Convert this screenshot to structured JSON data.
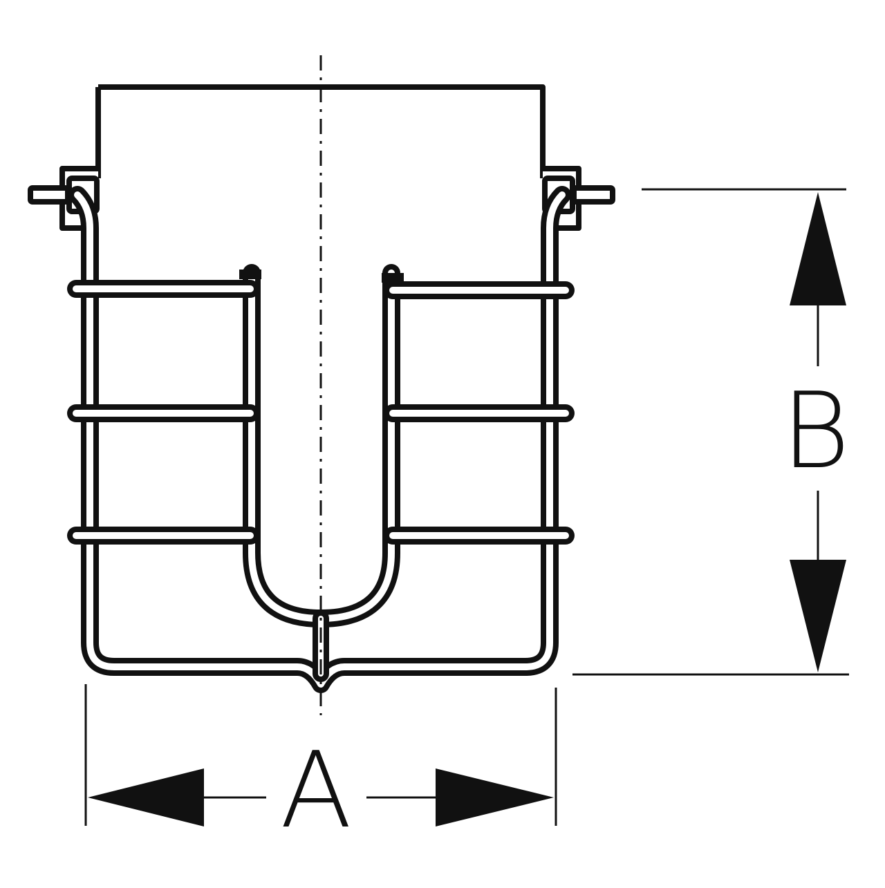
{
  "diagram": {
    "dimensions": {
      "width_label": "A",
      "height_label": "B"
    },
    "colors": {
      "ink": "#111111",
      "paper": "#ffffff"
    },
    "icons": {
      "arrowhead": "filled-triangle",
      "centerline": "dash-dot-line"
    }
  }
}
